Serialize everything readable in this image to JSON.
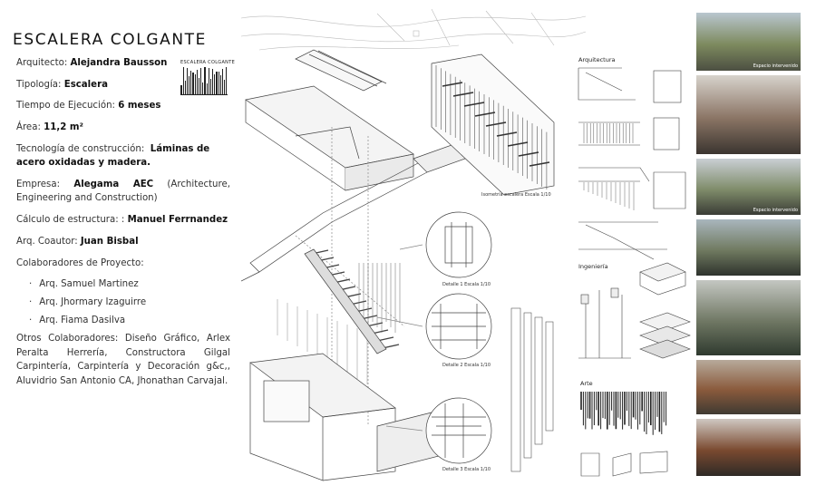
{
  "title": "ESCALERA COLGANTE",
  "logo_text": "ESCALERA COLGANTE",
  "fields": {
    "arquitecto_label": "Arquitecto:",
    "arquitecto": "Alejandra Bausson",
    "tipologia_label": "Tipología:",
    "tipologia": "Escalera",
    "tiempo_label": "Tiempo de Ejecución:",
    "tiempo": "6 meses",
    "area_label": "Área:",
    "area": "11,2 m²",
    "tecnologia_label": "Tecnología de construcción:",
    "tecnologia": "Láminas de acero oxidadas y madera.",
    "empresa_label": "Empresa:",
    "empresa": "Alegama AEC",
    "empresa_extra": "(Architecture, Engineering and Construction)",
    "calculo_label": "Cálculo de estructura: :",
    "calculo": "Manuel Ferrnandez",
    "coautor_label": "Arq. Coautor:",
    "coautor": "Juan Bisbal",
    "colaboradores_label": "Colaboradores de Proyecto:",
    "colaboradores": [
      "Arq. Samuel Martinez",
      "Arq. Jhormary Izaguirre",
      "Arq. Fiama Dasilva"
    ],
    "otros": "Otros Colaboradores: Diseño Gráfico, Arlex Peralta Herrería, Constructora Gilgal Carpintería, Carpintería y Decoración g&c,, Aluvidrio San Antonio CA, Jhonathan Carvajal."
  },
  "drawing_labels": {
    "arquitectura": "Arquitectura",
    "ingenieria": "Ingeniería",
    "arte": "Arte",
    "isometria": "Isometría escalera Escala 1/10",
    "detalle1": "Detalle 1 Escala 1/10",
    "detalle2": "Detalle 2 Escala 1/10",
    "detalle3": "Detalle 3 Escala 1/10"
  },
  "photos": [
    {
      "caption": "Espacio intervenido",
      "colors": [
        "#b9c6cf",
        "#7d8a5e",
        "#4c4f42"
      ]
    },
    {
      "caption": "",
      "colors": [
        "#d7d3cc",
        "#8a7464",
        "#3b3530"
      ]
    },
    {
      "caption": "Espacio intervenido",
      "colors": [
        "#c9cfd4",
        "#7f8c6a",
        "#3a3c36"
      ]
    },
    {
      "caption": "",
      "colors": [
        "#a9b6bd",
        "#707a60",
        "#2e332d"
      ]
    },
    {
      "caption": "",
      "colors": [
        "#c4c7c2",
        "#6f7763",
        "#2f3a2f"
      ]
    },
    {
      "caption": "",
      "colors": [
        "#b7aa9b",
        "#8a5a3c",
        "#3f3a32"
      ]
    },
    {
      "caption": "",
      "colors": [
        "#cfc8c2",
        "#7a4a30",
        "#2f2a26"
      ]
    }
  ]
}
